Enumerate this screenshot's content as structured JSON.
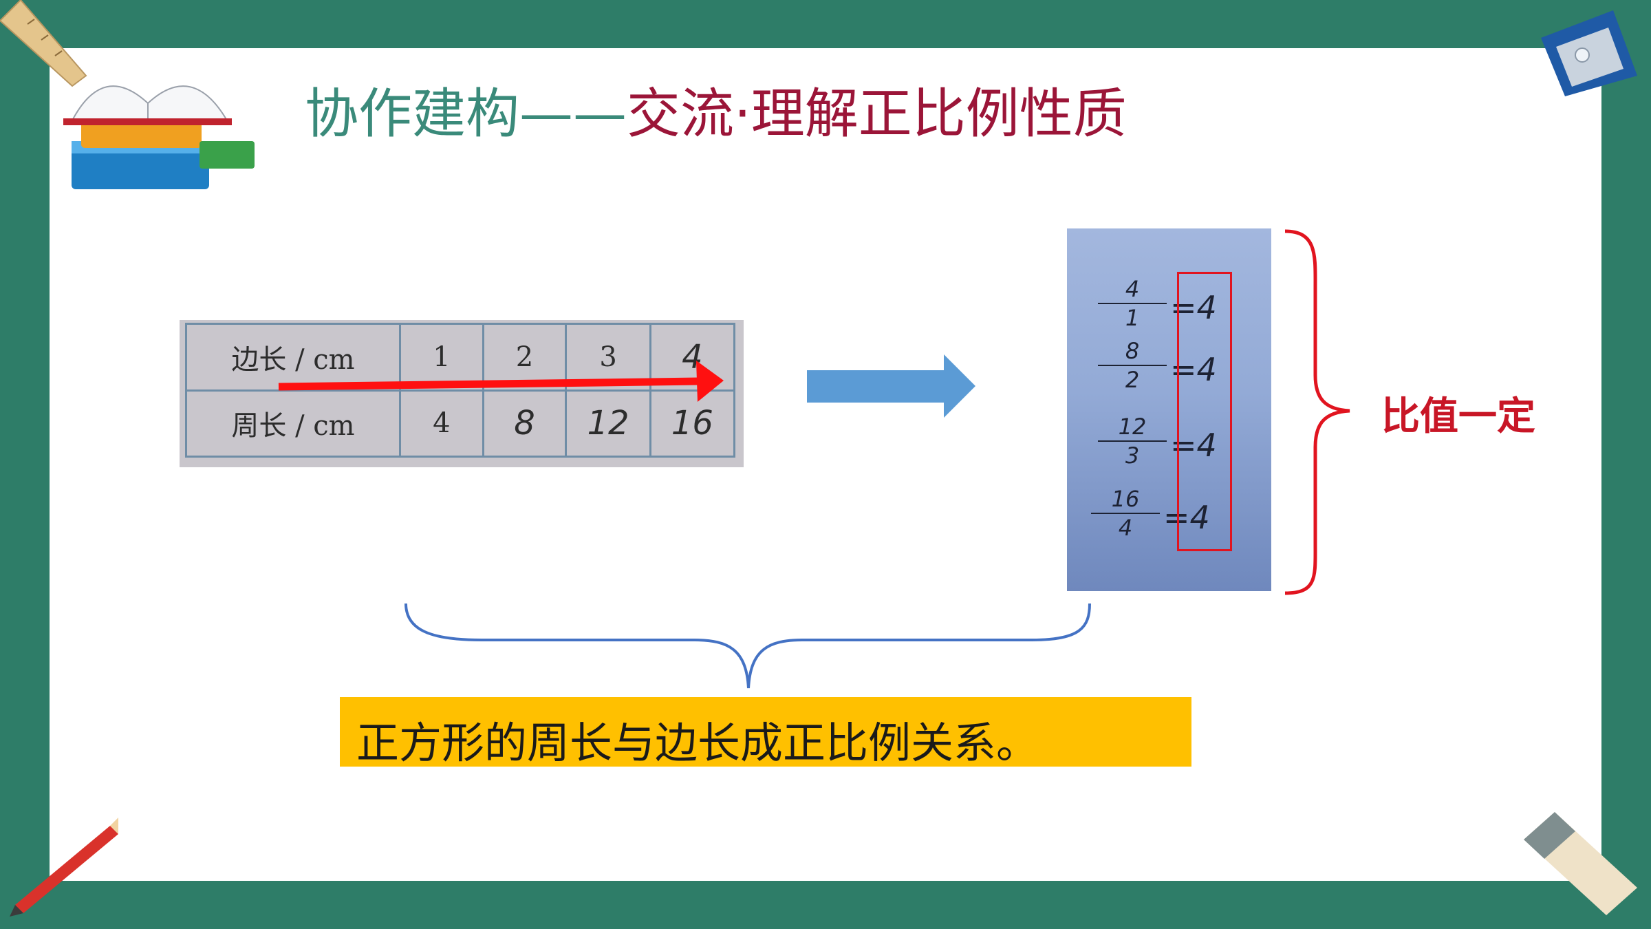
{
  "title": {
    "part1": "协作建构——",
    "part2": "交流·理解正比例性质"
  },
  "table": {
    "rows": [
      {
        "label": "边长 / cm",
        "values": [
          "1",
          "2",
          "3",
          "4"
        ]
      },
      {
        "label": "周长 / cm",
        "values": [
          "4",
          "8",
          "12",
          "16"
        ]
      }
    ]
  },
  "ratios": [
    {
      "numerator": "4",
      "denominator": "1",
      "result": "4"
    },
    {
      "numerator": "8",
      "denominator": "2",
      "result": "4"
    },
    {
      "numerator": "12",
      "denominator": "3",
      "result": "4"
    },
    {
      "numerator": "16",
      "denominator": "4",
      "result": "4"
    }
  ],
  "ratio_label": "比值一定",
  "conclusion": "正方形的周长与边长成正比例关系。",
  "colors": {
    "frame": "#2e7d68",
    "title_green": "#3a8a7a",
    "title_red": "#9b1538",
    "arrow_blue": "#5b9bd5",
    "brace_blue": "#4472c4",
    "brace_red": "#e1141f",
    "highlight": "#ffc000",
    "ratio_label": "#c81626"
  },
  "icons": [
    "books-icon",
    "ruler-icon",
    "pencil-sharpener-icon",
    "pencil-icon",
    "eraser-icon"
  ]
}
